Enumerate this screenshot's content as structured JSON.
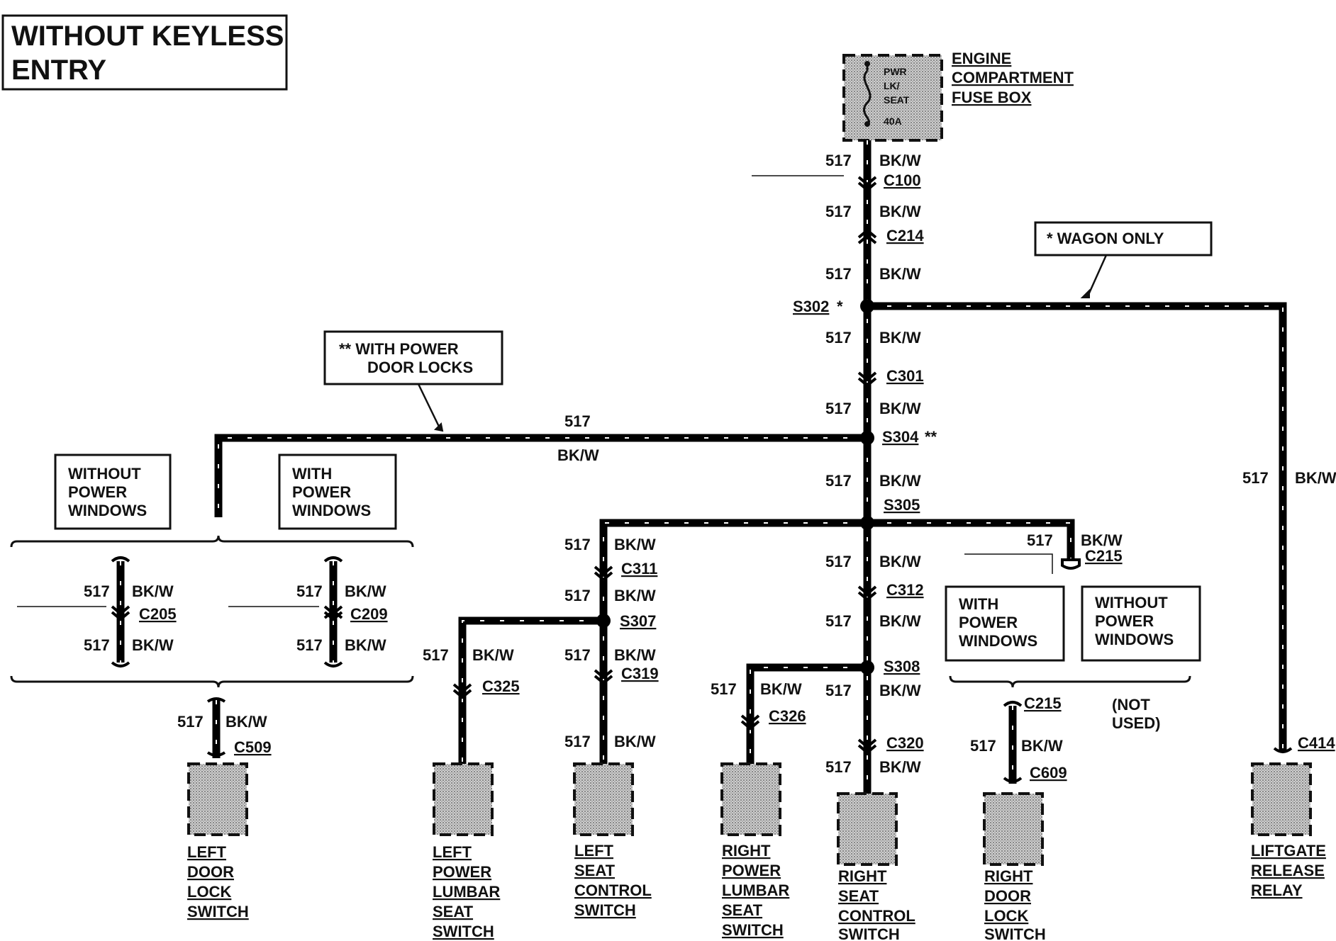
{
  "title": [
    "WITHOUT KEYLESS",
    "ENTRY"
  ],
  "wire": {
    "number": "517",
    "color": "BK/W"
  },
  "fuse_box": {
    "label": [
      "ENGINE",
      "COMPARTMENT",
      "FUSE BOX"
    ],
    "fuse_text": [
      "PWR",
      "LK/",
      "SEAT",
      "40A"
    ]
  },
  "notes": {
    "wagon_only": "* WAGON ONLY",
    "power_locks": [
      "**  WITH POWER",
      "DOOR LOCKS"
    ],
    "without_power_windows": [
      "WITHOUT",
      "POWER",
      "WINDOWS"
    ],
    "with_power_windows": [
      "WITH",
      "POWER",
      "WINDOWS"
    ],
    "not_used": [
      "(NOT",
      "USED)"
    ]
  },
  "connectors": {
    "c100": "C100",
    "c214": "C214",
    "c301": "C301",
    "c205": "C205",
    "c209": "C209",
    "c509": "C509",
    "c311": "C311",
    "c325": "C325",
    "c319": "C319",
    "c312": "C312",
    "c326": "C326",
    "c320": "C320",
    "c215": "C215",
    "c609": "C609",
    "c414": "C414"
  },
  "splices": {
    "s302": "S302",
    "s302_mark": "*",
    "s304": "S304",
    "s304_mark": "**",
    "s305": "S305",
    "s307": "S307",
    "s308": "S308"
  },
  "components": {
    "left_door_lock": [
      "LEFT",
      "DOOR",
      "LOCK",
      "SWITCH"
    ],
    "left_power_lumbar": [
      "LEFT",
      "POWER",
      "LUMBAR",
      "SEAT",
      "SWITCH"
    ],
    "left_seat_control": [
      "LEFT",
      "SEAT",
      "CONTROL",
      "SWITCH"
    ],
    "right_power_lumbar": [
      "RIGHT",
      "POWER",
      "LUMBAR",
      "SEAT",
      "SWITCH"
    ],
    "right_seat_control": [
      "RIGHT",
      "SEAT",
      "CONTROL",
      "SWITCH"
    ],
    "right_door_lock": [
      "RIGHT",
      "DOOR",
      "LOCK",
      "SWITCH"
    ],
    "liftgate_release": [
      "LIFTGATE",
      "RELEASE",
      "RELAY"
    ]
  }
}
